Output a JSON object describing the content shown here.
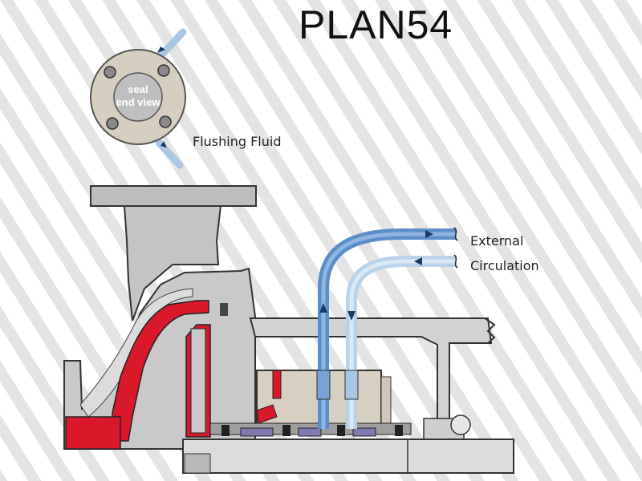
{
  "title": "PLAN54",
  "labels": {
    "seal_view_line1": "seal",
    "seal_view_line2": "end view",
    "flushing_fluid": "Flushing Fluid",
    "external": "External",
    "circulation": "Circulation"
  },
  "colors": {
    "flow_outlet": "#5b8ec9",
    "flow_inlet": "#b7d2ea",
    "pump_casing": "#c9c9c9",
    "gland_ring": "#d7d0c0",
    "impeller_red": "#d9182a",
    "stripe": "#e6e6e6"
  }
}
